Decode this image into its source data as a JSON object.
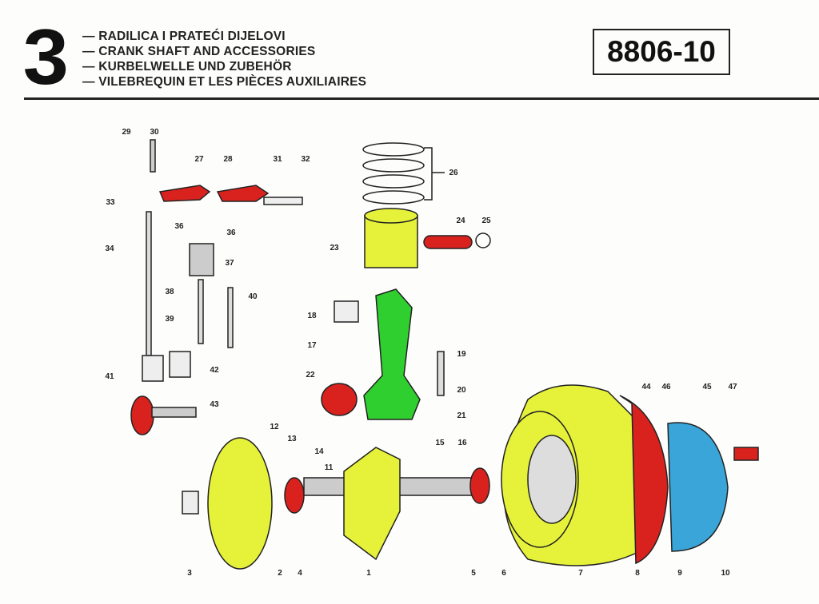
{
  "header": {
    "section_number": "3",
    "titles": [
      "— RADILICA I PRATEĆI DIJELOVI",
      "— CRANK SHAFT AND ACCESSORIES",
      "— KURBELWELLE UND ZUBEHÖR",
      "— VILEBREQUIN ET LES PIÈCES AUXILIAIRES"
    ],
    "part_code": "8806-10"
  },
  "callouts": [
    "29",
    "30",
    "27",
    "28",
    "31",
    "32",
    "33",
    "36",
    "36",
    "37",
    "34",
    "38",
    "40",
    "39",
    "41",
    "42",
    "43",
    "26",
    "24",
    "25",
    "23",
    "18",
    "17",
    "19",
    "22",
    "20",
    "21",
    "12",
    "13",
    "14",
    "11",
    "15",
    "16",
    "44",
    "46",
    "45",
    "47",
    "3",
    "2",
    "4",
    "1",
    "5",
    "6",
    "7",
    "8",
    "9",
    "10"
  ],
  "colors": {
    "yellow": "#e6f23a",
    "red": "#d9221e",
    "green": "#2fcf2f",
    "blue": "#3aa5d8",
    "ink": "#222222"
  }
}
